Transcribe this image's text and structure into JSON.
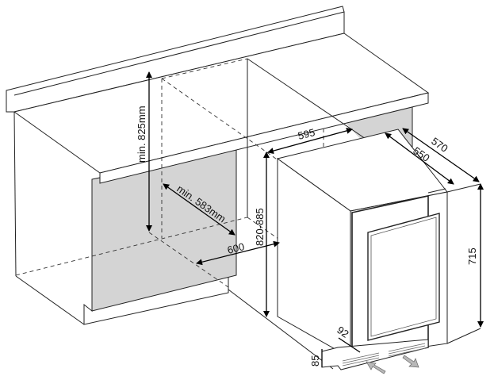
{
  "diagram": {
    "dimensions": {
      "min_height": "min. 825mm",
      "min_depth": "min. 583mm",
      "niche_width": "600",
      "appliance_width": "595",
      "height_range": "820-885",
      "depth_550": "550",
      "depth_570": "570",
      "height_715": "715",
      "plinth_depth": "92",
      "plinth_height": "85"
    },
    "colors": {
      "panel_gray": "#d4d4d4",
      "arrow_gray": "#b8b8b8",
      "line": "#222222"
    }
  }
}
